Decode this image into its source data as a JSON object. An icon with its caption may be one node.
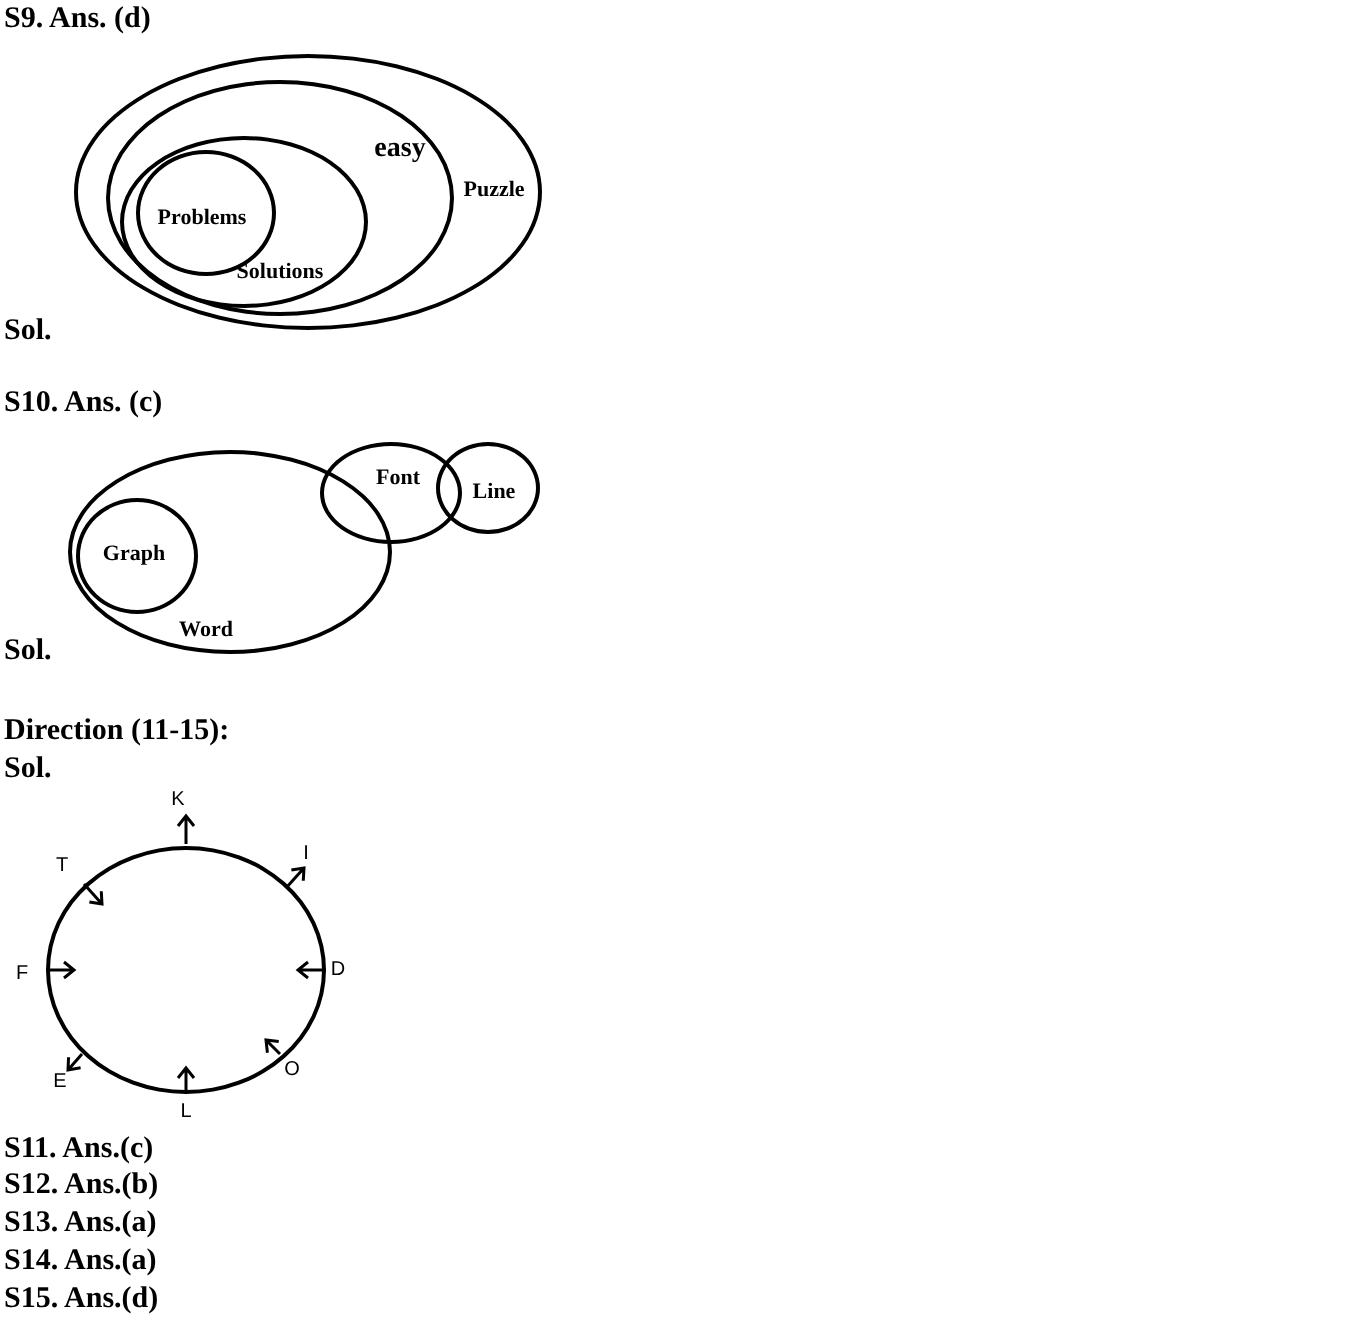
{
  "diagram": {
    "nodes": [
      {
        "text": [
          "Puzzle"
        ]
      },
      {
        "text": [
          "easy"
        ],
        "in": 0
      },
      {
        "text": [
          "Solutions"
        ],
        "in": 1
      },
      {
        "text": [
          "Problems"
        ],
        "in": 2
      },
      {
        "text": [
          "Word"
        ]
      },
      {
        "text": [
          "Graph"
        ],
        "in": 4
      },
      {
        "text": [
          "Font"
        ]
      },
      {
        "text": [
          "Line"
        ]
      },
      {
        "text": [],
        "shape": "circle"
      }
    ],
    "labels": [
      "S9. Ans. (d)",
      "Sol.",
      "S10. Ans. (c)",
      "Sol.",
      "Direction (11-15):",
      "Sol.",
      "K",
      "I",
      "T",
      "F",
      "D",
      "O",
      "E",
      "L",
      "S11. Ans.(c)",
      "S12. Ans.(b)",
      "S13. Ans.(a)",
      "S14. Ans.(a)",
      "S15. Ans.(d)"
    ]
  }
}
